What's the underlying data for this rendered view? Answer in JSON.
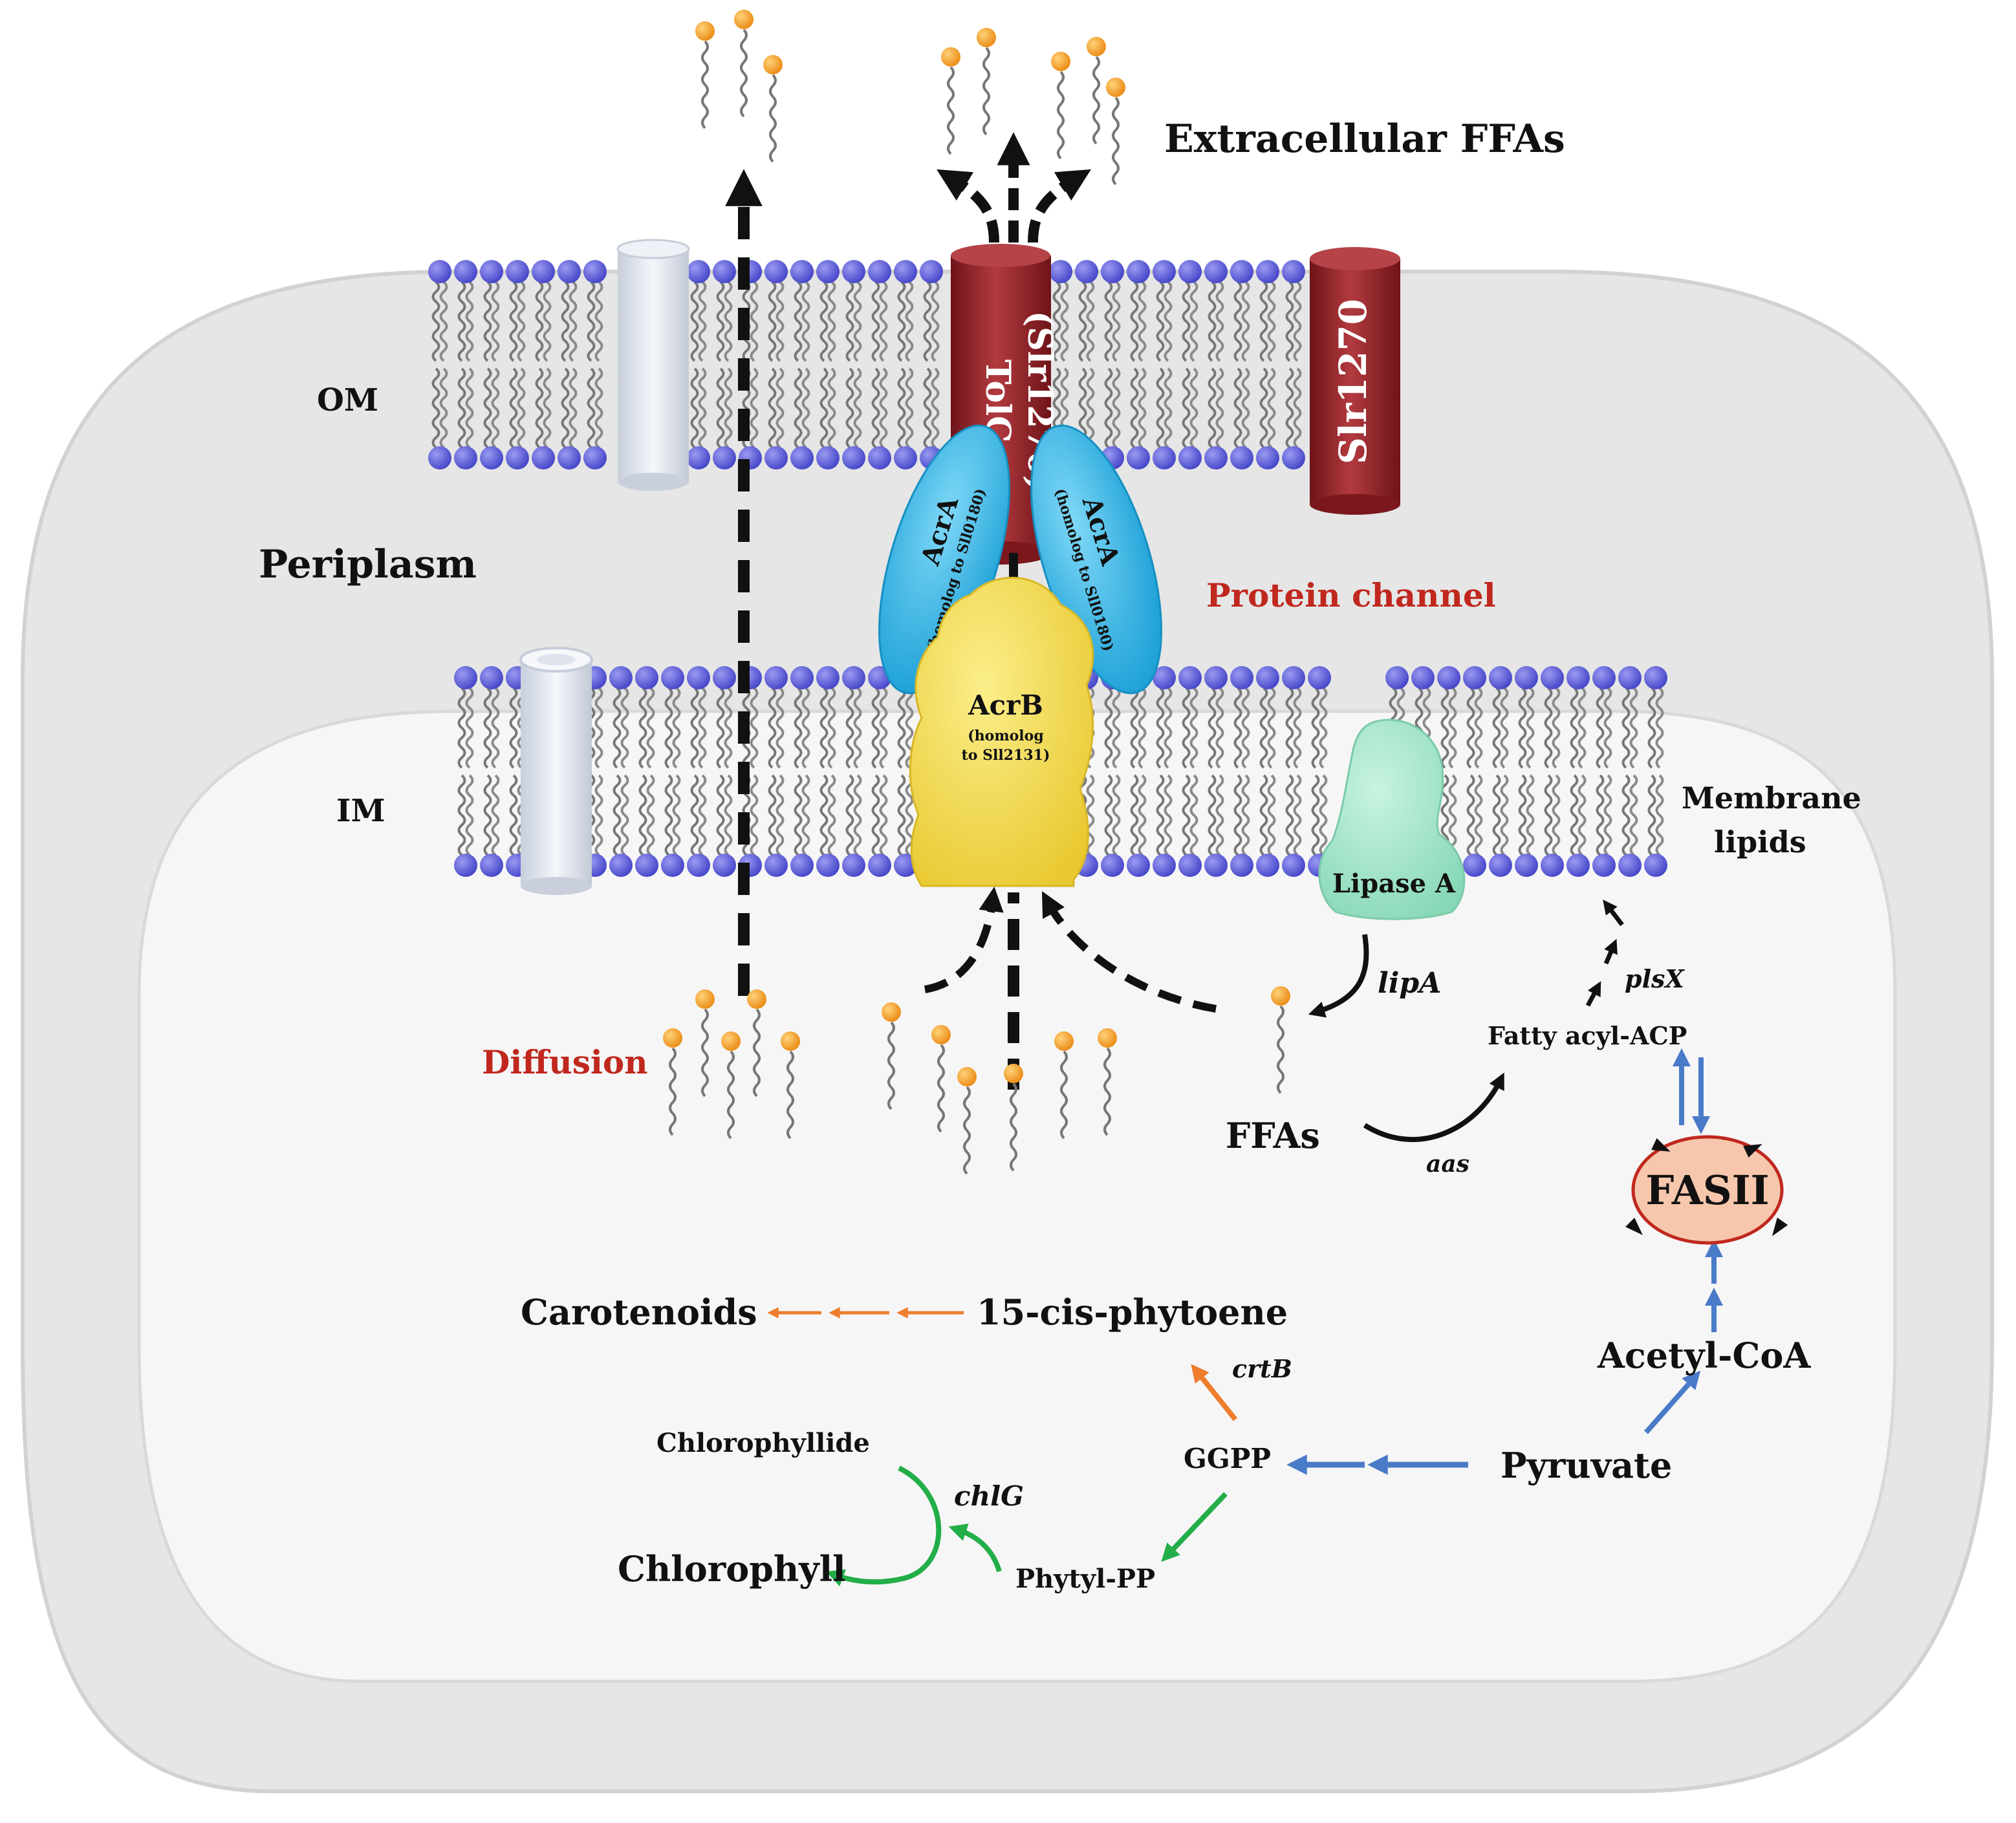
{
  "labels": {
    "extracellular": "Extracellular FFAs",
    "om": "OM",
    "periplasm": "Periplasm",
    "im": "IM",
    "protein_channel": "Protein channel",
    "diffusion": "Diffusion",
    "membrane_lipids_1": "Membrane",
    "membrane_lipids_2": "lipids",
    "lipase": "Lipase A",
    "lipA": "lipA",
    "plsX": "plsX",
    "fatty_acyl_acp": "Fatty acyl-ACP",
    "ffas": "FFAs",
    "aas": "aas",
    "fasii": "FASII",
    "acetyl_coa": "Acetyl-CoA",
    "pyruvate": "Pyruvate",
    "ggpp": "GGPP",
    "crtB": "crtB",
    "phytoene": "15-cis-phytoene",
    "carotenoids": "Carotenoids",
    "chlorophyllide": "Chlorophyllide",
    "chlG": "chlG",
    "chlorophyll": "Chlorophyll",
    "phytyl_pp": "Phytyl-PP"
  },
  "proteins": {
    "tolc_1": "TolC",
    "tolc_2": "(Slr1270)",
    "slr1270": "Slr1270",
    "acra": "AcrA",
    "acra_homolog": "(homolog to Sll0180)",
    "acrb": "AcrB",
    "acrb_homolog_1": "(homolog",
    "acrb_homolog_2": "to Sll2131)"
  },
  "colors": {
    "cell_outer": "#e6e6e6",
    "cell_inner": "#f6f6f6",
    "lipid_head": "#5858d8",
    "lipid_tail": "#777777",
    "tolc": "#9c2a30",
    "acra": "#2ab6ea",
    "acrb": "#f3dc4f",
    "lipase": "#a7e8ce",
    "porin": "#dde3ee",
    "red_label": "#c0281e",
    "ffa_head": "#f39c1b",
    "blue_arrow": "#4a7bc8",
    "orange_arrow": "#ee7d2e",
    "green_arrow": "#22ae48",
    "fasii_fill": "#f6c7ac",
    "fasii_stroke": "#c0281e"
  }
}
